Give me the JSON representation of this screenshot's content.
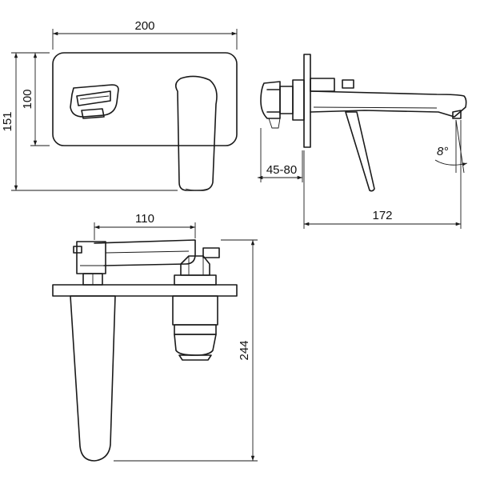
{
  "diagram": {
    "dimensions": {
      "plate_width": "200",
      "plate_height": "100",
      "overall_height": "151",
      "wall_depth": "45-80",
      "spout_length": "172",
      "spout_angle": "8°",
      "lever_offset": "110",
      "total_depth": "244"
    },
    "views": [
      "front-view",
      "side-view",
      "top-view"
    ]
  }
}
